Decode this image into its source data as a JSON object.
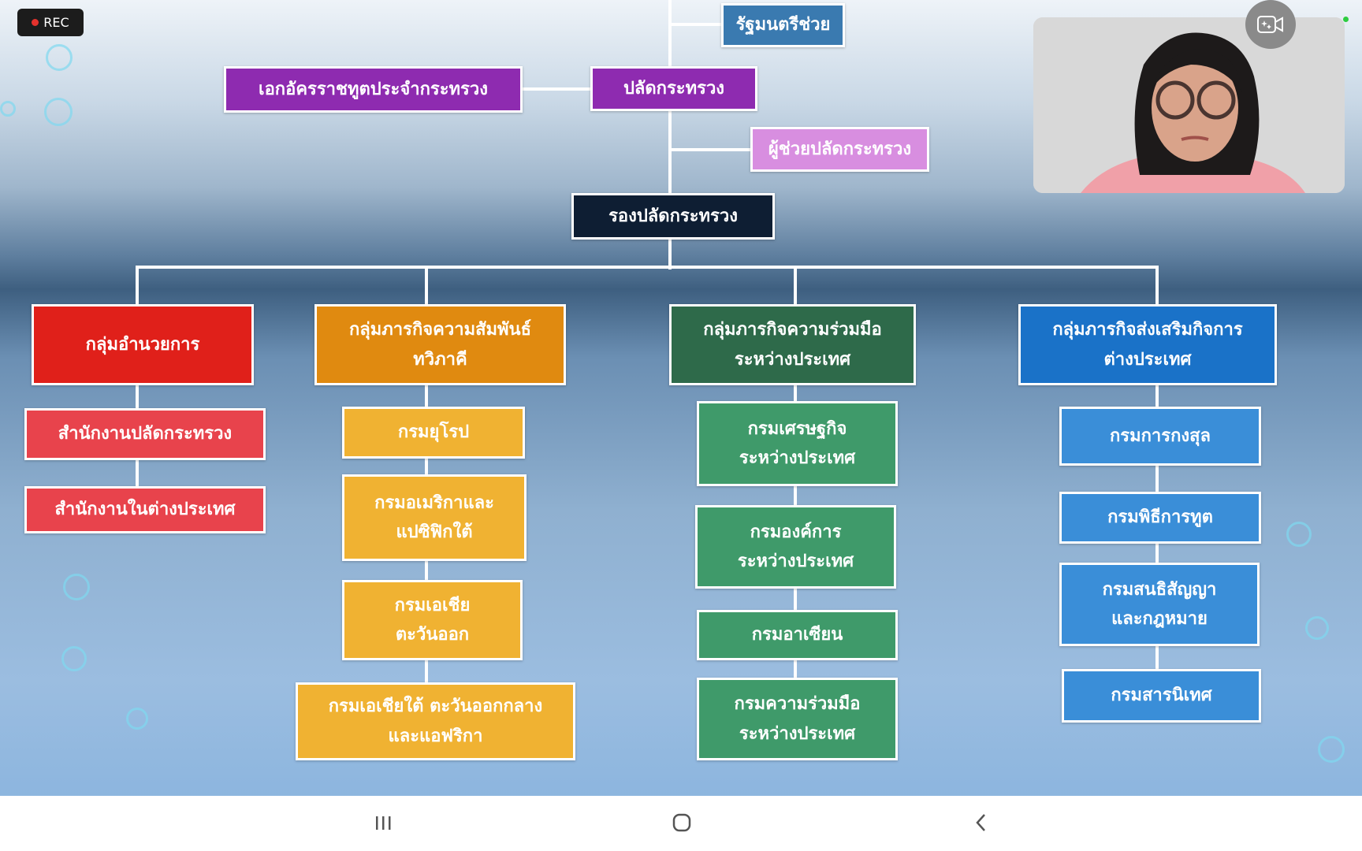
{
  "recording": {
    "label": "REC"
  },
  "chart": {
    "top": {
      "deputy_minister": "รัฐมนตรีช่วย",
      "ambassador": "เอกอัครราชทูตประจำกระทรวง",
      "permanent_secretary": "ปลัดกระทรวง",
      "assistant_permanent_secretary": "ผู้ช่วยปลัดกระทรวง",
      "deputy_permanent_secretary": "รองปลัดกระทรวง"
    },
    "groups": [
      {
        "label": "กลุ่มอำนวยการ",
        "color": "#e0201a",
        "child_color": "#e8434c",
        "children": [
          "สำนักงานปลัดกระทรวง",
          "สำนักงานในต่างประเทศ"
        ]
      },
      {
        "label": "กลุ่มภารกิจความสัมพันธ์ทวิภาคี",
        "color": "#e08a10",
        "child_color": "#f0b232",
        "children": [
          "กรมยุโรป",
          "กรมอเมริกาและแปซิฟิกใต้",
          "กรมเอเชียตะวันออก",
          "กรมเอเชียใต้ ตะวันออกกลางและแอฟริกา"
        ]
      },
      {
        "label": "กลุ่มภารกิจความร่วมมือระหว่างประเทศ",
        "color": "#2e6a4a",
        "child_color": "#3f9a6a",
        "children": [
          "กรมเศรษฐกิจระหว่างประเทศ",
          "กรมองค์การระหว่างประเทศ",
          "กรมอาเซียน",
          "กรมความร่วมมือระหว่างประเทศ"
        ]
      },
      {
        "label": "กลุ่มภารกิจส่งเสริมกิจการต่างประเทศ",
        "color": "#1a72c8",
        "child_color": "#3a8ed8",
        "children": [
          "กรมการกงสุล",
          "กรมพิธีการทูต",
          "กรมสนธิสัญญาและกฎหมาย",
          "กรมสารนิเทศ"
        ]
      }
    ]
  }
}
